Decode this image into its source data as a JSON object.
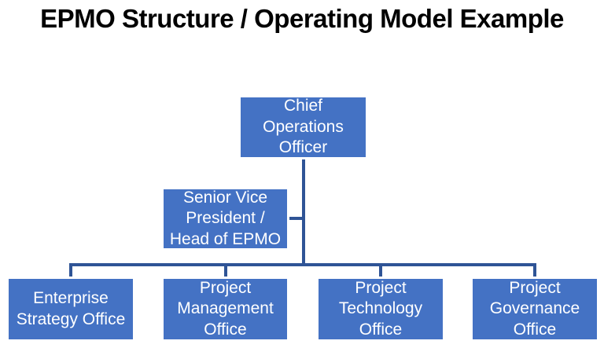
{
  "title": "EPMO Structure / Operating Model Example",
  "colors": {
    "background": "#FFFFFF",
    "title_text": "#000000",
    "box_fill": "#4472C4",
    "box_border": "#FFFFFF",
    "box_text": "#FFFFFF",
    "connector": "#2F5496"
  },
  "org_chart": {
    "root": {
      "label": "Chief\nOperations\nOfficer"
    },
    "middle": {
      "label": "Senior Vice\nPresident /\nHead of EPMO"
    },
    "children": [
      {
        "label": "Enterprise\nStrategy Office"
      },
      {
        "label": "Project\nManagement\nOffice"
      },
      {
        "label": "Project\nTechnology\nOffice"
      },
      {
        "label": "Project\nGovernance\nOffice"
      }
    ]
  }
}
